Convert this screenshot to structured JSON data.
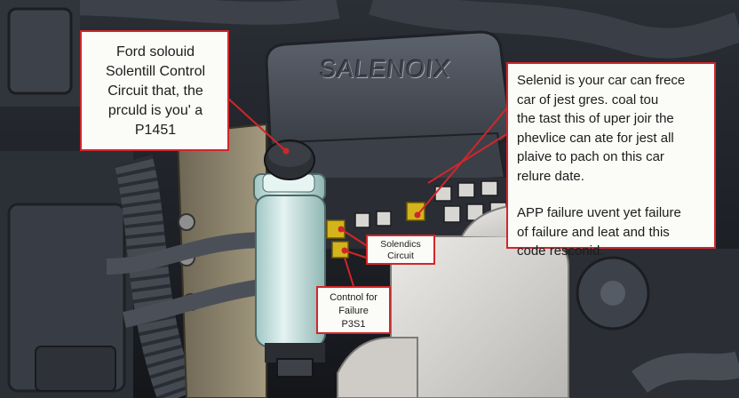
{
  "engraved_label": "SALENOIX",
  "callouts": {
    "top_left": [
      "Ford solouid",
      "Solentill Control",
      "Circuit that, the",
      "prculd is you' a",
      "P1451"
    ],
    "right_top": [
      "Selenid is your car can frece",
      "car of jest gres. coal tou",
      "the tast this of uper joir the",
      "phevlice can ate for jest all",
      "plaive to pach on this car",
      "relure date."
    ],
    "right_bottom": [
      "APP failure uvent yet failure",
      "of failure and leat and this",
      "code resconid."
    ],
    "center_small": [
      "Solendics",
      "Circuit"
    ],
    "bottom_small": [
      "Contnol for",
      "Failure",
      "P3S1"
    ]
  },
  "colors": {
    "callout_border": "#d0262b",
    "pointer": "#d0262b",
    "background": "#1a1d22",
    "reservoir": "#cfe6e4",
    "engine_dark": "#2c3037",
    "engine_mid": "#4a4f57",
    "connector": "#d4b41c"
  }
}
